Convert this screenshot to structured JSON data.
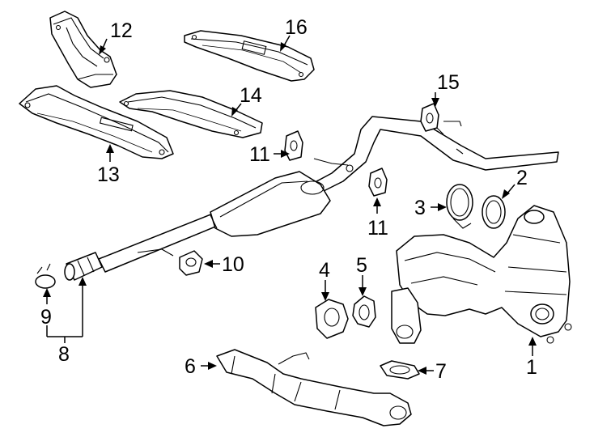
{
  "callouts": [
    {
      "id": "c1",
      "label": "1"
    },
    {
      "id": "c2",
      "label": "2"
    },
    {
      "id": "c3",
      "label": "3"
    },
    {
      "id": "c4",
      "label": "4"
    },
    {
      "id": "c5",
      "label": "5"
    },
    {
      "id": "c6",
      "label": "6"
    },
    {
      "id": "c7",
      "label": "7"
    },
    {
      "id": "c8",
      "label": "8"
    },
    {
      "id": "c9",
      "label": "9"
    },
    {
      "id": "c10",
      "label": "10"
    },
    {
      "id": "c11a",
      "label": "11"
    },
    {
      "id": "c11b",
      "label": "11"
    },
    {
      "id": "c12",
      "label": "12"
    },
    {
      "id": "c13",
      "label": "13"
    },
    {
      "id": "c14",
      "label": "14"
    },
    {
      "id": "c15",
      "label": "15"
    },
    {
      "id": "c16",
      "label": "16"
    }
  ]
}
